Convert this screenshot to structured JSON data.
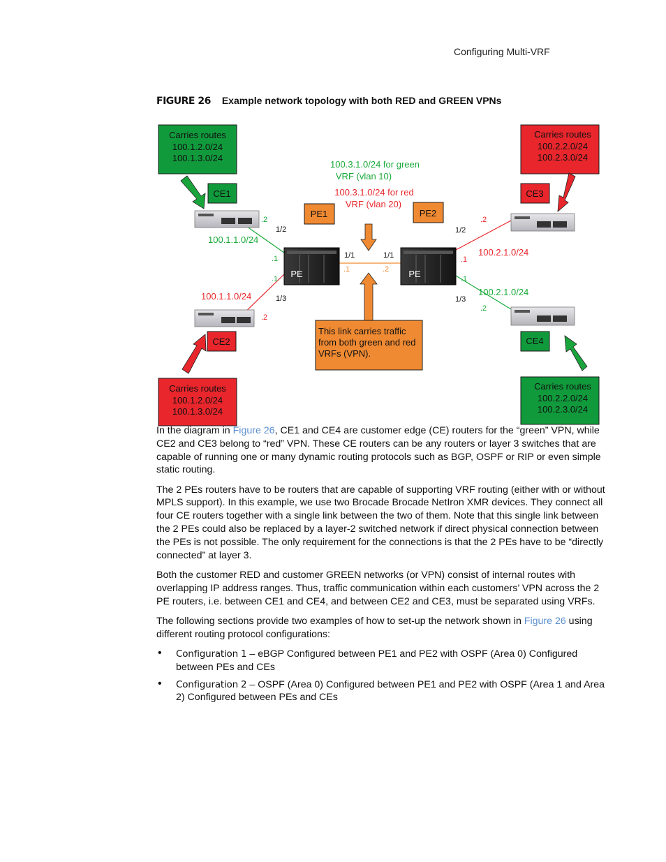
{
  "header": {
    "running_title": "Configuring Multi-VRF"
  },
  "figure": {
    "number": "FIGURE 26",
    "caption": "Example network topology with both RED and GREEN VPNs",
    "diagram": {
      "colors": {
        "green": "#119a3c",
        "red": "#e8262c",
        "orange": "#f08a32",
        "link_green": "#1aaa3a",
        "link_red": "#e8262c",
        "link_orange": "#f08a32"
      },
      "route_boxes": {
        "top_left": {
          "title": "Carries routes",
          "line1": "100.1.2.0/24",
          "line2": "100.1.3.0/24"
        },
        "top_right": {
          "title": "Carries routes",
          "line1": "100.2.2.0/24",
          "line2": "100.2.3.0/24"
        },
        "bottom_left": {
          "title": "Carries routes",
          "line1": "100.1.2.0/24",
          "line2": "100.1.3.0/24"
        },
        "bottom_right": {
          "title": "Carries routes",
          "line1": "100.2.2.0/24",
          "line2": "100.2.3.0/24"
        }
      },
      "labels": {
        "ce1": "CE1",
        "ce2": "CE2",
        "ce3": "CE3",
        "ce4": "CE4",
        "pe1": "PE1",
        "pe2": "PE2",
        "pe": "PE",
        "vlan10_line1": "100.3.1.0/24 for green",
        "vlan10_line2": "VRF (vlan 10)",
        "vlan20_line1": "100.3.1.0/24 for red",
        "vlan20_line2": "VRF (vlan 20)",
        "net_ce1": "100.1.1.0/24",
        "net_ce2": "100.1.1.0/24",
        "net_ce3": "100.2.1.0/24",
        "net_ce4": "100.2.1.0/24",
        "port_1_2_left": "1/2",
        "port_1_3_left": "1/3",
        "port_1_1_left": "1/1",
        "port_1_1_right": "1/1",
        "port_1_2_right": "1/2",
        "port_1_3_right": "1/3",
        "ip_ce1": ".2",
        "ip_pe1_green": ".1",
        "ip_pe1_red": ".1",
        "ip_ce2": ".2",
        "ip_pe1_link": ".1",
        "ip_pe2_link": ".2",
        "ip_ce3": ".2",
        "ip_pe2_red": ".1",
        "ip_pe2_green": ".1",
        "ip_ce4": ".2",
        "note_line1": "This link carries traffic",
        "note_line2": "from both green and red",
        "note_line3": "VRFs (VPN)."
      }
    }
  },
  "body": {
    "p1": {
      "prefix": "In the diagram in ",
      "link": "Figure 26",
      "suffix": ", CE1 and CE4 are customer edge (CE) routers for the “green” VPN, while CE2 and CE3 belong to “red” VPN. These CE routers can be any routers or layer 3 switches that are capable of running one or many dynamic routing protocols such as BGP, OSPF or RIP or even simple static routing."
    },
    "p2": "The 2 PEs routers have to be routers that are capable of supporting VRF routing (either with or without MPLS support). In this example, we use two Brocade Brocade NetIron XMR devices. They connect all four CE routers together with a single link between the two of them. Note that this single link between the 2 PEs could also be replaced by a layer-2 switched network if direct physical connection between the PEs is not possible. The only requirement for the connections is that the 2 PEs have to be “directly connected” at layer 3.",
    "p3": "Both the customer RED and customer GREEN networks (or VPN) consist of internal routes with overlapping IP address ranges. Thus, traffic communication within each customers’ VPN across the 2 PE routers, i.e. between CE1 and CE4, and between CE2 and CE3, must be separated using VRFs.",
    "p4": {
      "prefix": "The following sections provide two examples of how to set-up the network shown in ",
      "link": "Figure 26",
      "suffix": " using different routing protocol configurations:"
    },
    "bullets": [
      {
        "term": "Configuration 1",
        "text": " – eBGP Configured between PE1 and PE2 with OSPF (Area 0) Configured between PEs and CEs"
      },
      {
        "term": "Configuration 2",
        "text": " – OSPF (Area 0) Configured between PE1 and PE2 with OSPF (Area 1 and Area 2) Configured between PEs and CEs"
      }
    ]
  }
}
